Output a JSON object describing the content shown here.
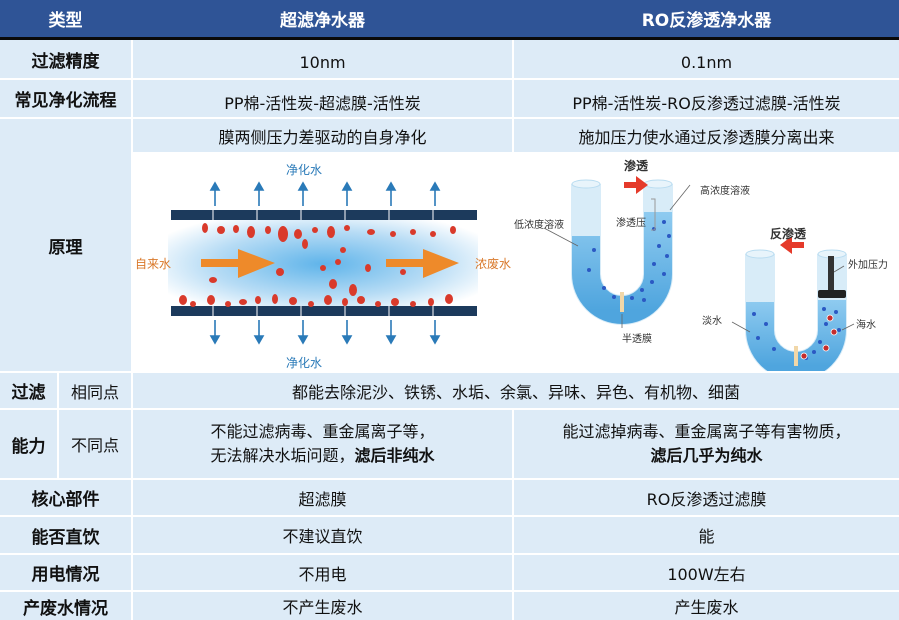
{
  "header": {
    "col_type": "类型",
    "col_uf": "超滤净水器",
    "col_ro": "RO反渗透净水器",
    "bg_color": "#2F5496"
  },
  "rows": {
    "precision": {
      "label": "过滤精度",
      "uf": "10nm",
      "ro": "0.1nm"
    },
    "process": {
      "label": "常见净化流程",
      "uf": "PP棉-活性炭-超滤膜-活性炭",
      "ro": "PP棉-活性炭-RO反渗透过滤膜-活性炭"
    },
    "principle": {
      "label": "原理",
      "uf": "膜两侧压力差驱动的自身净化",
      "ro": "施加压力使水通过反渗透膜分离出来",
      "uf_diagram": {
        "top_label": "净化水",
        "bottom_label": "净化水",
        "left_label": "自来水",
        "right_label": "浓废水"
      },
      "ro_diagram": {
        "osmosis_title": "渗透",
        "reverse_title": "反渗透",
        "low_conc": "低浓度溶液",
        "high_conc": "高浓度溶液",
        "osmotic_pressure": "渗透压",
        "membrane": "半透膜",
        "fresh_water": "淡水",
        "sea_water": "海水",
        "external_pressure": "外加压力"
      }
    },
    "ability": {
      "label_top": "过滤",
      "label_bottom": "能力",
      "same": {
        "label": "相同点",
        "text": "都能去除泥沙、铁锈、水垢、余氯、异味、异色、有机物、细菌"
      },
      "diff": {
        "label": "不同点",
        "uf_line1": "不能过滤病毒、重金属离子等，",
        "uf_line2_plain": "无法解决水垢问题，",
        "uf_line2_bold": "滤后非纯水",
        "ro_line1": "能过滤掉病毒、重金属离子等有害物质，",
        "ro_line2_bold": "滤后几乎为纯水"
      }
    },
    "core": {
      "label": "核心部件",
      "uf": "超滤膜",
      "ro": "RO反渗透过滤膜"
    },
    "drink": {
      "label": "能否直饮",
      "uf": "不建议直饮",
      "ro": "能"
    },
    "power": {
      "label": "用电情况",
      "uf": "不用电",
      "ro": "100W左右"
    },
    "waste": {
      "label": "产废水情况",
      "uf": "不产生废水",
      "ro": "产生废水"
    }
  }
}
